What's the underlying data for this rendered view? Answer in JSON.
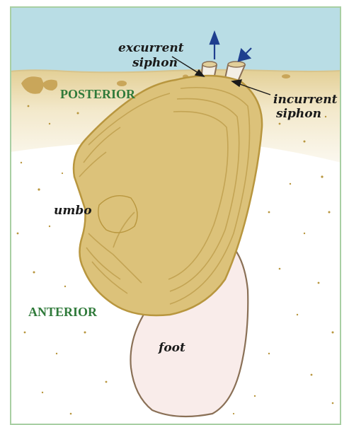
{
  "labels": {
    "excurrent_siphon_line1": "excurrent",
    "excurrent_siphon_line2": "siphon",
    "incurrent_siphon_line1": "incurrent",
    "incurrent_siphon_line2": "siphon",
    "posterior": "POSTERIOR",
    "umbo": "umbo",
    "anterior": "ANTERIOR",
    "foot": "foot"
  },
  "colors": {
    "water": "#b9dde5",
    "sand_surface": "#e7d7a6",
    "sand": "#f7f1e2",
    "shell": "#dcc27a",
    "shell_outline": "#b8963e",
    "foot": "#f9ecea",
    "foot_outline": "#8a7056",
    "arrow_blue": "#1f3f8f",
    "region_green": "#2f7a3a",
    "frame": "#a8cfa3"
  }
}
